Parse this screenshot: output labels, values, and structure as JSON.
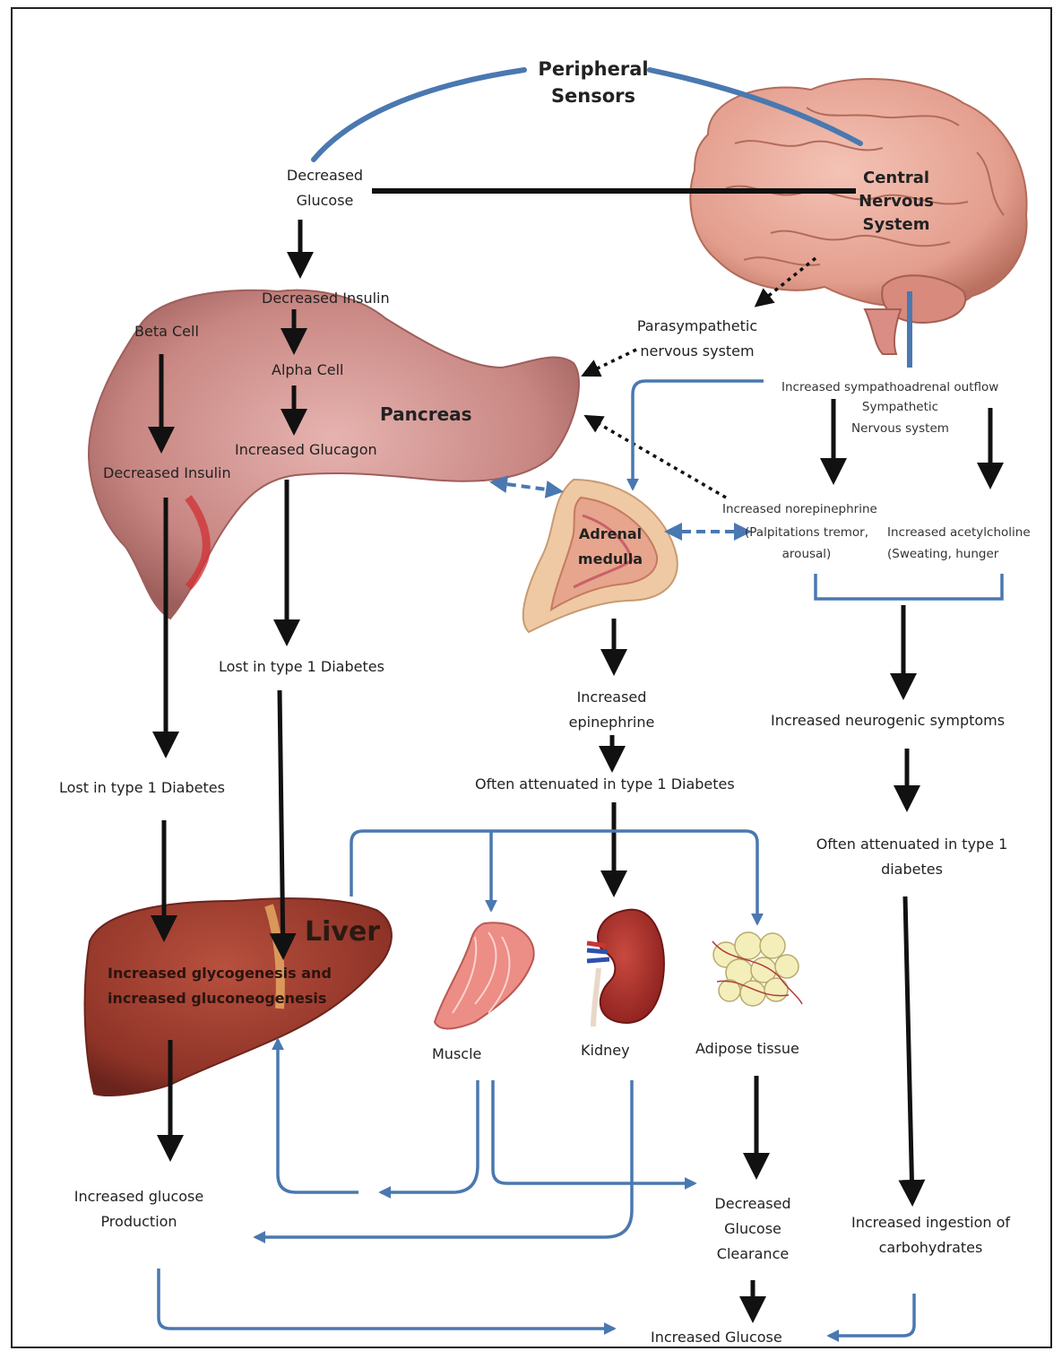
{
  "labels": {
    "peripheral_sensors": "Peripheral Sensors",
    "decreased_glucose": "Decreased Glucose",
    "central_nervous_system": "Central Nervous System",
    "decreased_insulin_top": "Decreased Insulin",
    "alpha_cell": "Alpha Cell",
    "beta_cell": "Beta Cell",
    "pancreas": "Pancreas",
    "increased_glucagon": "Increased Glucagon",
    "decreased_insulin_left": "Decreased Insulin",
    "parasympathetic": "Parasympathetic nervous system",
    "sympathoadrenal": "Increased sympathoadrenal outflow",
    "sympathetic": "Sympathetic Nervous system",
    "adrenal_medulla": "Adrenal medulla",
    "norepinephrine": "Increased norepinephrine",
    "norepinephrine_effects": "(Palpitations tremor, arousal)",
    "acetylcholine": "Increased acetylcholine",
    "acetylcholine_effects": "(Sweating, hunger",
    "lost_t1d_glucagon": "Lost in type 1 Diabetes",
    "increased_epinephrine": "Increased epinephrine",
    "often_attenuated_epi": "Often attenuated in type 1 Diabetes",
    "neurogenic_symptoms": "Increased neurogenic symptoms",
    "lost_t1d_insulin": "Lost in type 1 Diabetes",
    "often_attenuated_neuro": "Often attenuated in type 1 diabetes",
    "liver": "Liver",
    "liver_effects": "Increased glycogenesis and increased gluconeogenesis",
    "muscle": "Muscle",
    "kidney": "Kidney",
    "adipose": "Adipose tissue",
    "glucose_production": "Increased glucose Production",
    "glucose_clearance": "Decreased Glucose Clearance",
    "ingestion_carbs": "Increased ingestion of carbohydrates",
    "increased_glucose": "Increased Glucose"
  },
  "colors": {
    "arrow_black": "#111111",
    "arrow_blue": "#4a78b0",
    "pancreas": "#c98a8a",
    "brain": "#e8a99a",
    "liver": "#9c3a2c",
    "adrenal": "#e9b98f",
    "kidney": "#a62c2b",
    "muscle": "#e97f78",
    "adipose": "#f3ecb8"
  }
}
